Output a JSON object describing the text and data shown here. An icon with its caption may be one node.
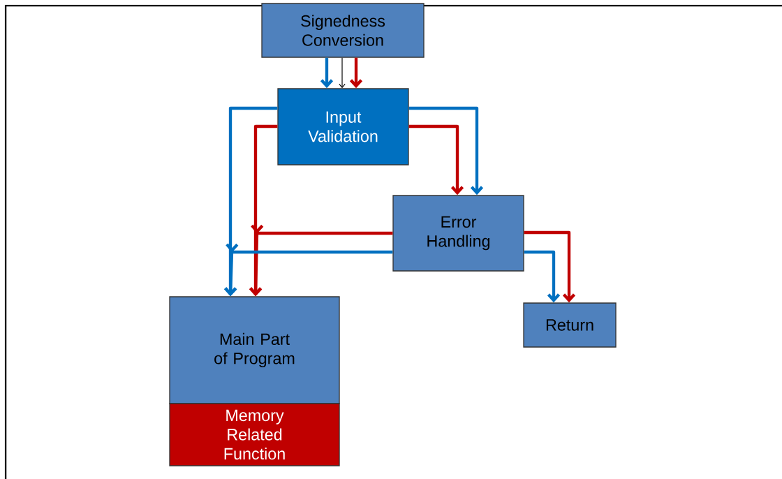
{
  "diagram": {
    "nodes": [
      {
        "text": [
          "Signedness Conversion"
        ]
      },
      {
        "text": [
          "Input Validation"
        ]
      },
      {
        "text": [
          "Error Handling"
        ]
      },
      {
        "text": [
          "Return"
        ]
      },
      {
        "text": [
          "Main Part of Program"
        ]
      },
      {
        "text": [
          "Memory Related Function"
        ]
      }
    ],
    "edges": [
      {
        "from": 0,
        "to": 1,
        "arrow": "to",
        "color": "#0070c0"
      },
      {
        "from": 0,
        "to": 1,
        "arrow": "to",
        "color": "#000000"
      },
      {
        "from": 0,
        "to": 1,
        "arrow": "to",
        "color": "#c00000"
      },
      {
        "from": 1,
        "to": 4,
        "arrow": "to",
        "color": "#0070c0"
      },
      {
        "from": 1,
        "to": 4,
        "arrow": "to",
        "color": "#c00000"
      },
      {
        "from": 1,
        "to": 2,
        "arrow": "to",
        "color": "#c00000"
      },
      {
        "from": 1,
        "to": 2,
        "arrow": "to",
        "color": "#0070c0"
      },
      {
        "from": 2,
        "to": 4,
        "arrow": "to",
        "color": "#c00000"
      },
      {
        "from": 2,
        "to": 4,
        "arrow": "to",
        "color": "#0070c0"
      },
      {
        "from": 2,
        "to": 3,
        "arrow": "to",
        "color": "#0070c0"
      },
      {
        "from": 2,
        "to": 3,
        "arrow": "to",
        "color": "#c00000"
      }
    ]
  }
}
